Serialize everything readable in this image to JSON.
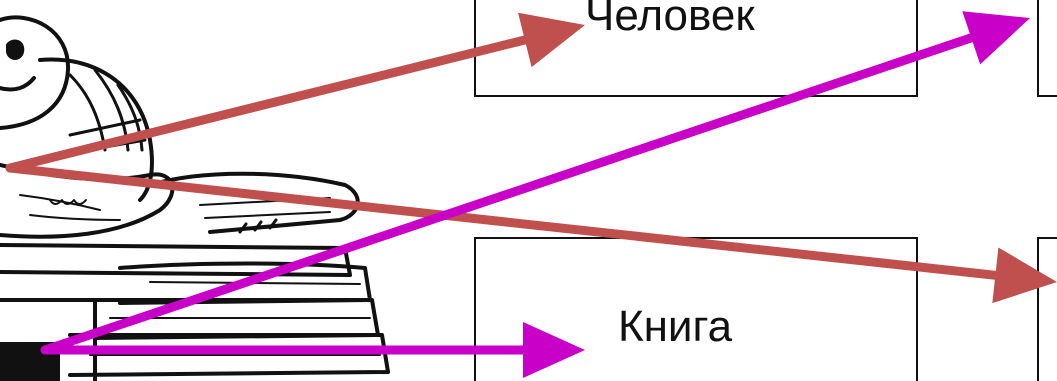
{
  "diagram": {
    "boxes": [
      {
        "id": "chelovek",
        "label": "Человек"
      },
      {
        "id": "kniga",
        "label": "Книга"
      },
      {
        "id": "right-top",
        "label": ""
      },
      {
        "id": "right-bottom",
        "label": ""
      }
    ],
    "arrows": [
      {
        "from": "person",
        "to": "chelovek",
        "color": "#c0504d"
      },
      {
        "from": "person",
        "to": "right-bottom",
        "color": "#c0504d"
      },
      {
        "from": "books",
        "to": "right-top",
        "color": "#c800c8"
      },
      {
        "from": "books",
        "to": "kniga",
        "color": "#c800c8"
      }
    ],
    "colors": {
      "ink": "#111111",
      "arrow_red": "#c0504d",
      "arrow_magenta": "#c800c8"
    }
  }
}
